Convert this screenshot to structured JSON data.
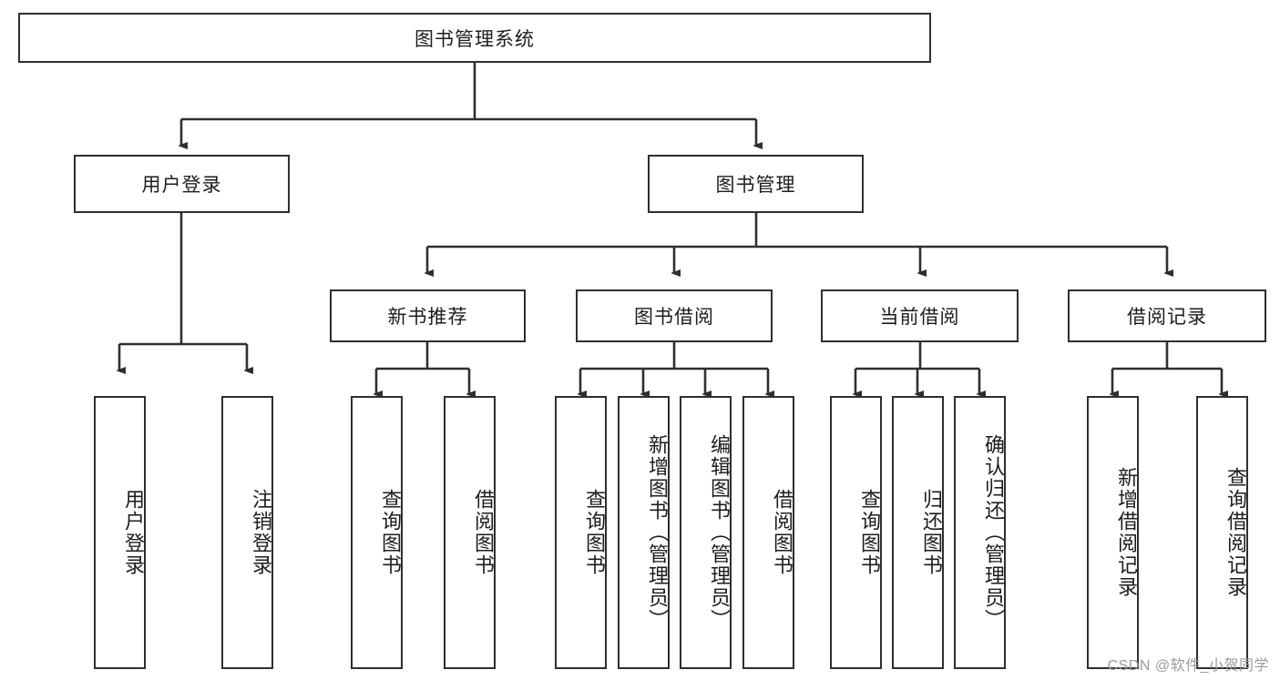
{
  "diagram": {
    "title": "图书管理系统",
    "type": "tree-hierarchy",
    "watermark": "CSDN @软件_小贺同学",
    "colors": {
      "box_border": "#2f2f2f",
      "box_fill": "#ffffff",
      "edge": "#2f2f2f",
      "text": "#1d1d1d",
      "watermark": "#9a9a9a"
    },
    "nodes": {
      "root": {
        "label": "图书管理系统",
        "level": 0,
        "orientation": "horizontal"
      },
      "l1_0": {
        "label": "用户登录",
        "level": 1,
        "orientation": "horizontal"
      },
      "l1_1": {
        "label": "图书管理",
        "level": 1,
        "orientation": "horizontal"
      },
      "l2_0": {
        "label": "新书推荐",
        "level": 2,
        "orientation": "horizontal"
      },
      "l2_1": {
        "label": "图书借阅",
        "level": 2,
        "orientation": "horizontal"
      },
      "l2_2": {
        "label": "当前借阅",
        "level": 2,
        "orientation": "horizontal"
      },
      "l2_3": {
        "label": "借阅记录",
        "level": 2,
        "orientation": "horizontal"
      },
      "leaf_a0": {
        "label": "用户登录",
        "level": 3,
        "orientation": "vertical"
      },
      "leaf_a1": {
        "label": "注销登录",
        "level": 3,
        "orientation": "vertical"
      },
      "leaf_b0": {
        "label": "查询图书",
        "level": 3,
        "orientation": "vertical"
      },
      "leaf_b1": {
        "label": "借阅图书",
        "level": 3,
        "orientation": "vertical"
      },
      "leaf_c0": {
        "label": "查询图书",
        "level": 3,
        "orientation": "vertical"
      },
      "leaf_c1": {
        "label": "新增图书（管理员）",
        "level": 3,
        "orientation": "vertical"
      },
      "leaf_c2": {
        "label": "编辑图书（管理员）",
        "level": 3,
        "orientation": "vertical"
      },
      "leaf_c3": {
        "label": "借阅图书",
        "level": 3,
        "orientation": "vertical"
      },
      "leaf_d0": {
        "label": "查询图书",
        "level": 3,
        "orientation": "vertical"
      },
      "leaf_d1": {
        "label": "归还图书",
        "level": 3,
        "orientation": "vertical"
      },
      "leaf_d2": {
        "label": "确认归还（管理员）",
        "level": 3,
        "orientation": "vertical"
      },
      "leaf_e0": {
        "label": "新增借阅记录",
        "level": 3,
        "orientation": "vertical"
      },
      "leaf_e1": {
        "label": "查询借阅记录",
        "level": 3,
        "orientation": "vertical"
      }
    },
    "edges": [
      {
        "from": "root",
        "to": "l1_0"
      },
      {
        "from": "root",
        "to": "l1_1"
      },
      {
        "from": "l1_1",
        "to": "l2_0"
      },
      {
        "from": "l1_1",
        "to": "l2_1"
      },
      {
        "from": "l1_1",
        "to": "l2_2"
      },
      {
        "from": "l1_1",
        "to": "l2_3"
      },
      {
        "from": "l1_0",
        "to": "leaf_a0"
      },
      {
        "from": "l1_0",
        "to": "leaf_a1"
      },
      {
        "from": "l2_0",
        "to": "leaf_b0"
      },
      {
        "from": "l2_0",
        "to": "leaf_b1"
      },
      {
        "from": "l2_1",
        "to": "leaf_c0"
      },
      {
        "from": "l2_1",
        "to": "leaf_c1"
      },
      {
        "from": "l2_1",
        "to": "leaf_c2"
      },
      {
        "from": "l2_1",
        "to": "leaf_c3"
      },
      {
        "from": "l2_2",
        "to": "leaf_d0"
      },
      {
        "from": "l2_2",
        "to": "leaf_d1"
      },
      {
        "from": "l2_2",
        "to": "leaf_d2"
      },
      {
        "from": "l2_3",
        "to": "leaf_e0"
      },
      {
        "from": "l2_3",
        "to": "leaf_e1"
      }
    ]
  }
}
